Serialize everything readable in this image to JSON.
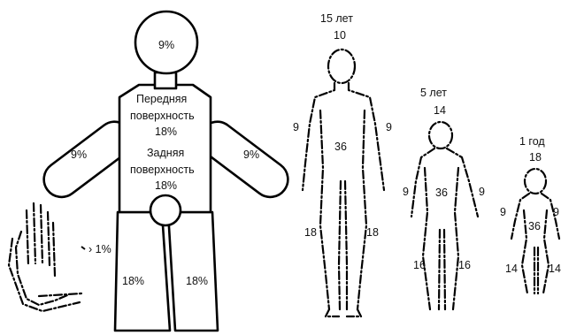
{
  "adult": {
    "head": "9%",
    "front_line1": "Передняя",
    "front_line2": "поверхность",
    "front_value": "18%",
    "back_line1": "Задняя",
    "back_line2": "поверхность",
    "back_value": "18%",
    "arm_left": "9%",
    "arm_right": "9%",
    "leg_left": "18%",
    "leg_right": "18%",
    "palm": "1%"
  },
  "children": [
    {
      "age": "15 лет",
      "head": "10",
      "arm_left": "9",
      "arm_right": "9",
      "trunk": "36",
      "leg_left": "18",
      "leg_right": "18"
    },
    {
      "age": "5 лет",
      "head": "14",
      "arm_left": "9",
      "arm_right": "9",
      "trunk": "36",
      "leg_left": "16",
      "leg_right": "16"
    },
    {
      "age": "1 год",
      "head": "18",
      "arm_left": "9",
      "arm_right": "9",
      "trunk": "36",
      "leg_left": "14",
      "leg_right": "14"
    }
  ]
}
